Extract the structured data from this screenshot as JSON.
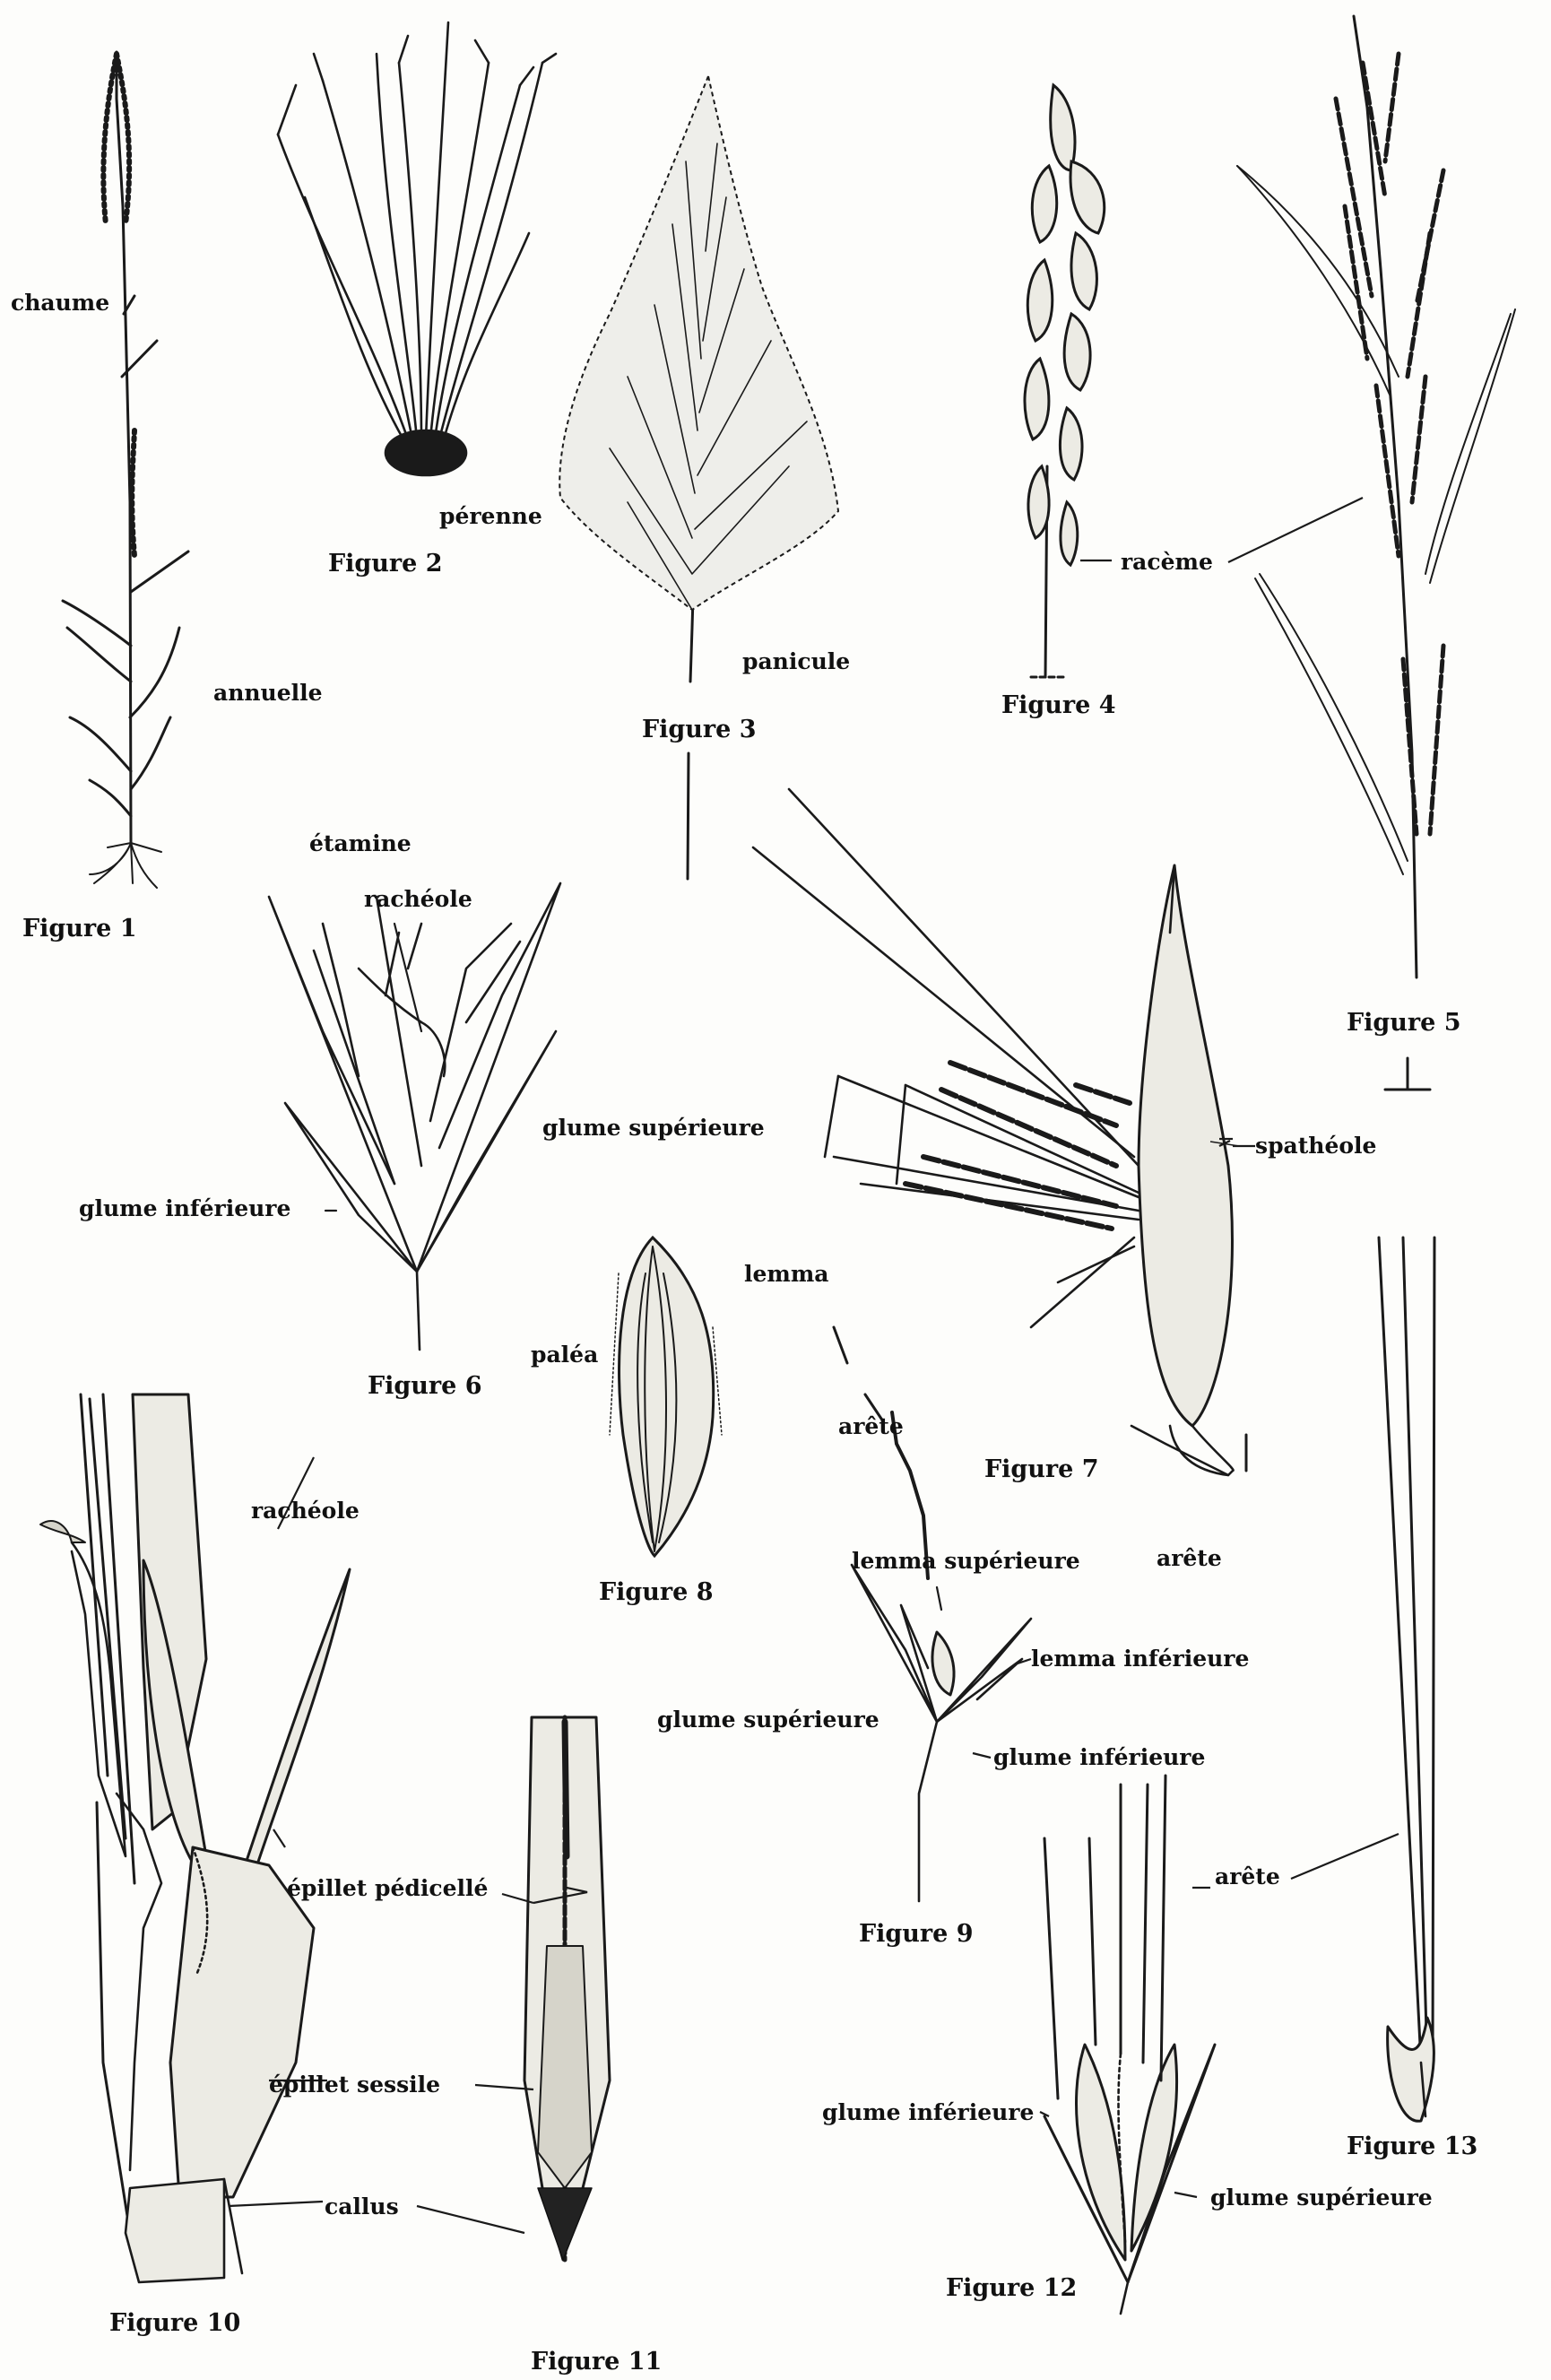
{
  "labels": {
    "chaume": "chaume",
    "perenne": "pérenne",
    "fig2": "Figure 2",
    "annuelle": "annuelle",
    "fig1": "Figure 1",
    "panicule": "panicule",
    "fig3": "Figure 3",
    "raceme": "racème",
    "fig4": "Figure 4",
    "fig5": "Figure 5",
    "etamine": "étamine",
    "racheole_6": "rachéole",
    "glume_sup_6": "glume supérieure",
    "glume_inf_6": "glume inférieure",
    "fig6": "Figure 6",
    "spatheole": "spathéole",
    "lemma_8": "lemma",
    "palea": "paléa",
    "fig8": "Figure 8",
    "arete_9": "arête",
    "fig7": "Figure 7",
    "arete_7": "arête",
    "lemma_sup": "lemma supérieure",
    "lemma_inf": "lemma inférieure",
    "glume_sup_9": "glume supérieure",
    "glume_inf_9": "glume inférieure",
    "fig9": "Figure 9",
    "racheole_10": "rachéole",
    "epillet_pedicelle": "épillet pédicellé",
    "epillet_sessile": "épillet sessile",
    "callus": "callus",
    "fig10": "Figure 10",
    "fig11": "Figure 11",
    "arete_12": "arête",
    "glume_inf_12": "glume inférieure",
    "glume_sup_12": "glume supérieure",
    "fig12": "Figure 12",
    "fig13": "Figure 13"
  },
  "colors": {
    "ink": "#111111",
    "paper": "#fdfdfb",
    "shade": "#d6d4ca"
  }
}
